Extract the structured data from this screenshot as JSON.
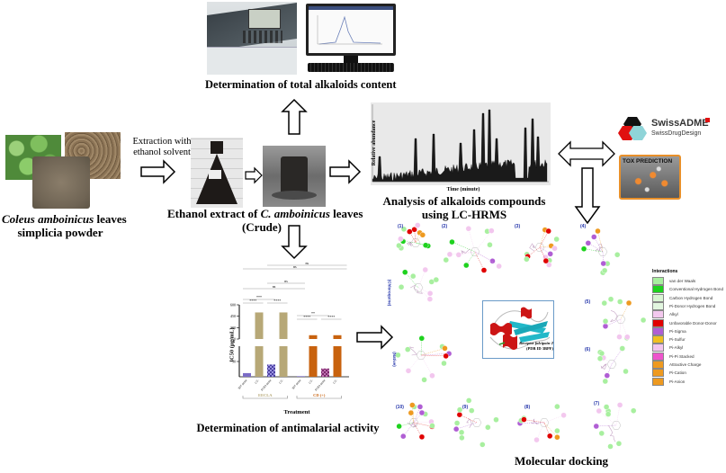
{
  "stages": {
    "raw_material": {
      "caption_italic": "Coleus amboinicus",
      "caption_rest": " leaves",
      "caption_line2": "simplicia powder"
    },
    "extraction": {
      "label_line1": "Extraction with",
      "label_line2": "ethanol solvent"
    },
    "extract": {
      "caption_prefix": "Ethanol extract of ",
      "caption_italic": "C. amboinicus",
      "caption_suffix": " leaves",
      "caption_line2": "(Crude)"
    },
    "total_alkaloids": {
      "caption": "Determination of total alkaloids content"
    },
    "lchrms": {
      "caption_line1": "Analysis of alkaloids compounds",
      "caption_line2": "using LC-HRMS",
      "xlabel": "Time (minute)",
      "ylabel": "Relative abundance"
    },
    "insilico": {
      "swissadme_title": "SwissADME",
      "swissadme_sub": "SwissDrugDesign",
      "tox_title": "TOX PREDICTION"
    },
    "antimalarial": {
      "caption": "Determination of antimalarial activity"
    },
    "docking": {
      "caption": "Molecular docking",
      "receptor_line1": "Receptor falcipain-2",
      "receptor_line2": "(PDB ID 3BPF)",
      "side_labels": [
        "(Chloroquine)",
        "(Native)"
      ],
      "molecule_labels": [
        "(1)",
        "(2)",
        "(3)",
        "(4)",
        "(5)",
        "(6)",
        "(7)",
        "(8)",
        "(9)",
        "(10)"
      ],
      "legend": {
        "title": "Interactions",
        "items": [
          {
            "label": "van der Waals",
            "color": "#a8ef9f"
          },
          {
            "label": "Conventional Hydrogen Bond",
            "color": "#1ed21e"
          },
          {
            "label": "Carbon Hydrogen Bond",
            "color": "#d8f4d3"
          },
          {
            "label": "Pi-Donor Hydrogen Bond",
            "color": "#e2f6df"
          },
          {
            "label": "Alkyl",
            "color": "#f3c8ee"
          },
          {
            "label": "Unfavorable Donor-Donor",
            "color": "#e00000"
          },
          {
            "label": "Pi-Sigma",
            "color": "#b05ed4"
          },
          {
            "label": "Pi-Sulfur",
            "color": "#f0c020"
          },
          {
            "label": "Pi-Alkyl",
            "color": "#f2c6ee"
          },
          {
            "label": "Pi-Pi Stacked",
            "color": "#ee55cc"
          },
          {
            "label": "Attractive Charge",
            "color": "#ee9a20"
          },
          {
            "label": "Pi-Cation",
            "color": "#ee9a20"
          },
          {
            "label": "Pi-Anion",
            "color": "#ee9a20"
          }
        ]
      }
    }
  },
  "chart_data": {
    "type": "bar",
    "title": "",
    "xlabel": "Treatment",
    "ylabel": "IC50 (µg/mL)",
    "yticks_upper": [
      "600",
      "450",
      "300",
      "150"
    ],
    "yticks_lower": [
      "50"
    ],
    "categories": [
      "3D7 strain",
      "CV-",
      "FCR3 strain",
      "CV-",
      "3D7 strain",
      "CV-",
      "FCR3 strain",
      "CV-"
    ],
    "groups": [
      {
        "name": "EECLA",
        "color": "#b7a877",
        "bars": [
          0,
          1,
          2,
          3
        ]
      },
      {
        "name": "CD (+)",
        "color": "#c8620e",
        "bars": [
          4,
          5,
          6,
          7
        ]
      }
    ],
    "values": [
      12,
      500,
      40,
      500,
      2,
      200,
      27,
      200
    ],
    "bar_styles": [
      "solid-purple",
      "solid-tan",
      "checker-blue",
      "solid-tan",
      "solid-purple",
      "solid-orange",
      "checker-magenta",
      "solid-orange"
    ],
    "significance": [
      {
        "from": 0,
        "to": 1,
        "label": "****"
      },
      {
        "from": 2,
        "to": 3,
        "label": "****"
      },
      {
        "from": 0,
        "to": 2,
        "label": "***"
      },
      {
        "from": 0,
        "to": 4,
        "label": "ns"
      },
      {
        "from": 0,
        "to": 8,
        "label": "ns"
      },
      {
        "from": 2,
        "to": 4,
        "label": "ns"
      },
      {
        "from": 2,
        "to": 8,
        "label": "ns"
      },
      {
        "from": 4,
        "to": 5,
        "label": "****"
      },
      {
        "from": 6,
        "to": 7,
        "label": "****"
      },
      {
        "from": 4,
        "to": 6,
        "label": "**"
      }
    ]
  }
}
